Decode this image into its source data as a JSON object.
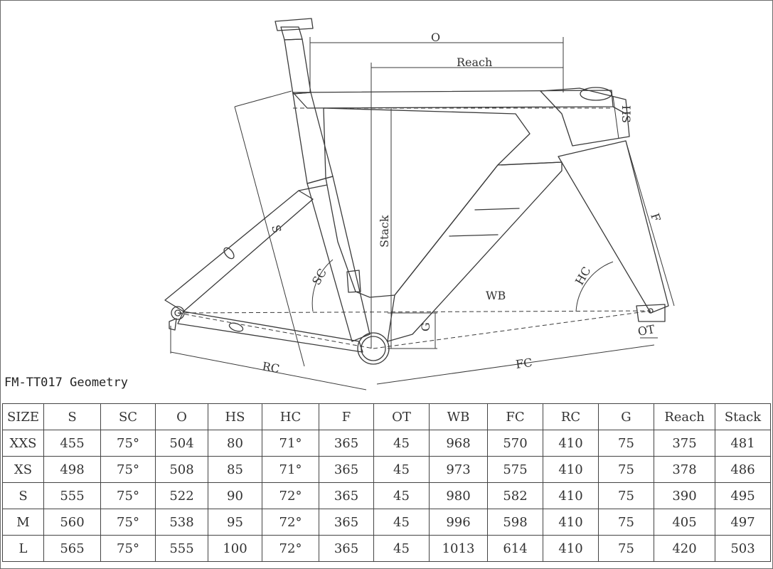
{
  "diagram": {
    "labels": {
      "o": "O",
      "reach": "Reach",
      "hs": "HS",
      "f": "F",
      "stack": "Stack",
      "s": "S",
      "sc": "SC",
      "hc": "HC",
      "wb": "WB",
      "g": "G",
      "ot": "OT",
      "rc": "RC",
      "fc": "FC"
    }
  },
  "title": "FM-TT017 Geometry",
  "table": {
    "headers": [
      "SIZE",
      "S",
      "SC",
      "O",
      "HS",
      "HC",
      "F",
      "OT",
      "WB",
      "FC",
      "RC",
      "G",
      "Reach",
      "Stack"
    ],
    "rows": [
      [
        "XXS",
        "455",
        "75°",
        "504",
        "80",
        "71°",
        "365",
        "45",
        "968",
        "570",
        "410",
        "75",
        "375",
        "481"
      ],
      [
        "XS",
        "498",
        "75°",
        "508",
        "85",
        "71°",
        "365",
        "45",
        "973",
        "575",
        "410",
        "75",
        "378",
        "486"
      ],
      [
        "S",
        "555",
        "75°",
        "522",
        "90",
        "72°",
        "365",
        "45",
        "980",
        "582",
        "410",
        "75",
        "390",
        "495"
      ],
      [
        "M",
        "560",
        "75°",
        "538",
        "95",
        "72°",
        "365",
        "45",
        "996",
        "598",
        "410",
        "75",
        "405",
        "497"
      ],
      [
        "L",
        "565",
        "75°",
        "555",
        "100",
        "72°",
        "365",
        "45",
        "1013",
        "614",
        "410",
        "75",
        "420",
        "503"
      ]
    ]
  }
}
